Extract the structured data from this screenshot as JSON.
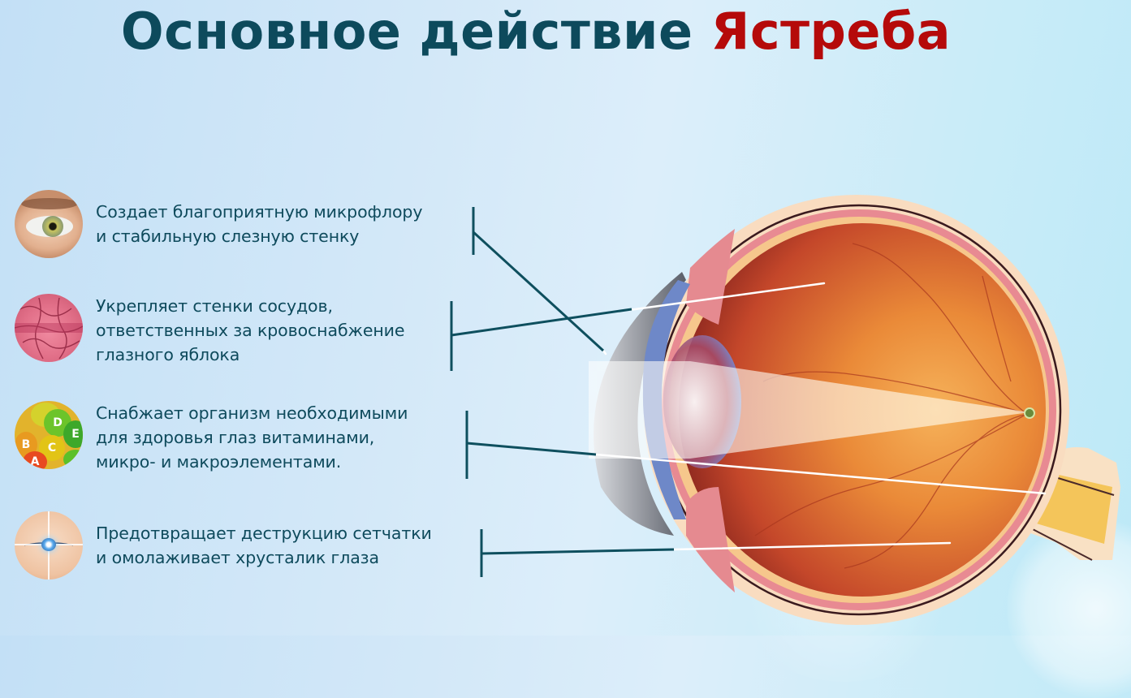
{
  "title": {
    "main": "Основное действие",
    "accent": "Ястреба",
    "main_color": "#0d4a5c",
    "accent_color": "#b50a0a"
  },
  "benefits": [
    {
      "icon": "eye-closeup-icon",
      "text": "Создает благоприятную микрофлору\nи стабильную слезную стенку"
    },
    {
      "icon": "blood-vessels-icon",
      "text": "Укрепляет стенки сосудов,\nответственных за кровоснабжение\nглазного яблока"
    },
    {
      "icon": "vitamins-icon",
      "text": "Снабжает организм необходимыми\nдля здоровья глаз витаминами,\nмикро- и макроэлементами.",
      "vitamin_letters": [
        "A",
        "B",
        "C",
        "D",
        "E"
      ]
    },
    {
      "icon": "eye-scan-icon",
      "text": "Предотвращает деструкцию сетчатки\nи омолаживает хрусталик глаза"
    }
  ],
  "diagram": {
    "subject": "eye-cross-section",
    "connector_color": "#0e4f5e",
    "pointer_color": "#ffffff"
  }
}
